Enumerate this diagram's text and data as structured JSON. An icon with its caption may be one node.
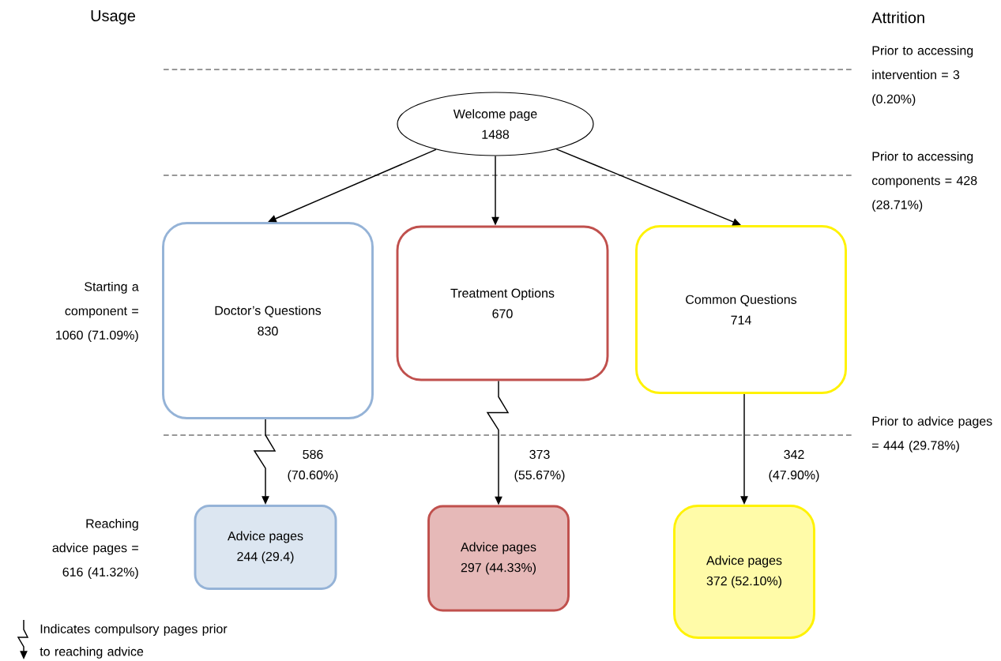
{
  "diagram": {
    "nodes": [
      {
        "text": [
          "Welcome page",
          "1488"
        ]
      },
      {
        "text": [
          "Doctor’s Questions",
          "830"
        ]
      },
      {
        "text": [
          "Treatment Options",
          "670"
        ]
      },
      {
        "text": [
          "Common Questions",
          "714"
        ]
      },
      {
        "text": [
          "Advice pages",
          "244 (29.4)"
        ]
      },
      {
        "text": [
          "Advice pages",
          "297 (44.33%)"
        ]
      },
      {
        "text": [
          "Advice pages",
          "372 (52.10%)"
        ]
      }
    ],
    "edges": [
      {
        "from": 0,
        "to": 1,
        "arrow": "to"
      },
      {
        "from": 0,
        "to": 2,
        "arrow": "to"
      },
      {
        "from": 0,
        "to": 3,
        "arrow": "to"
      },
      {
        "from": 1,
        "to": 4,
        "arrow": "to",
        "label": "586 (70.60%)"
      },
      {
        "from": 2,
        "to": 5,
        "arrow": "to",
        "label": "373 (55.67%)"
      },
      {
        "from": 3,
        "to": 6,
        "arrow": "to",
        "label": "342 (47.90%)"
      }
    ],
    "labels": [
      "Usage",
      "Attrition",
      "Prior to accessing intervention = 3 (0.20%)",
      "Prior to accessing components = 428 (28.71%)",
      "Starting a component = 1060 (71.09%)",
      "Prior to advice pages = 444 (29.78%)",
      "Reaching advice pages = 616 (41.32%)"
    ],
    "legend": [
      {
        "text": "Indicates compulsory pages prior to reaching advice"
      }
    ]
  }
}
